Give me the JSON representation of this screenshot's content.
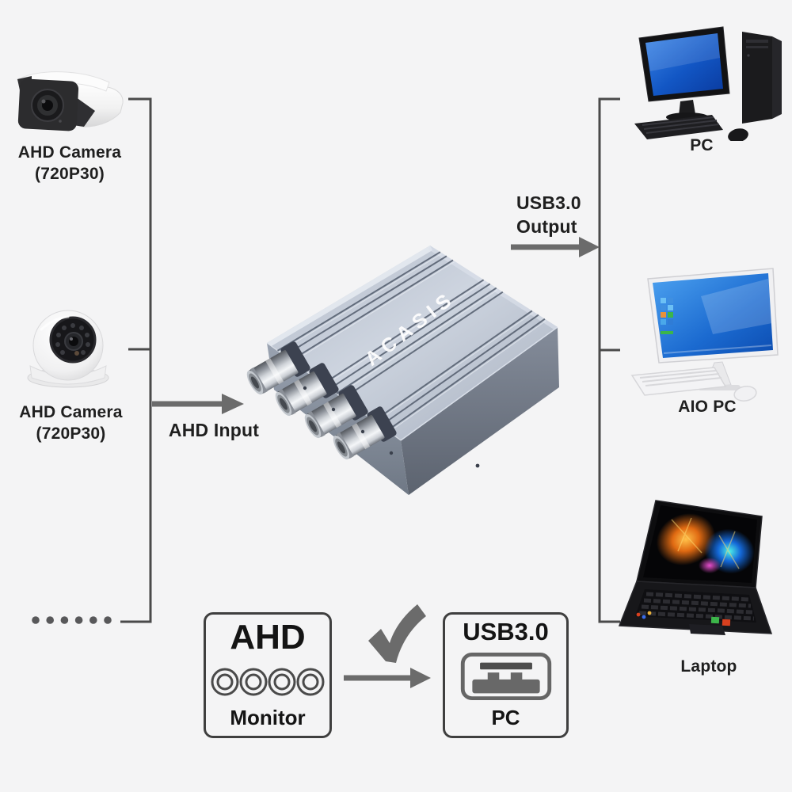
{
  "page": {
    "background": "#f4f4f5"
  },
  "colors": {
    "connector_line": "#4a4a4a",
    "arrow": "#6b6b6b",
    "text": "#1f1f1f",
    "box_border": "#3f3f3f",
    "device_body": "#b6bfcd",
    "brand_text": "#ffffff",
    "pc_screen_blue": "#1565d8",
    "aio_screen_blue": "#2f8fe8"
  },
  "left_column": {
    "camera1": {
      "name": "AHD Camera",
      "spec": "(720P30)"
    },
    "camera2": {
      "name": "AHD Camera",
      "spec": "(720P30)"
    }
  },
  "center": {
    "brand": "ACASIS",
    "input_label": "AHD Input",
    "output_label_line1": "USB3.0",
    "output_label_line2": "Output"
  },
  "right_column": {
    "pc_label": "PC",
    "aio_label": "AIO PC",
    "laptop_label": "Laptop"
  },
  "bottom": {
    "monitor_box": {
      "title": "AHD",
      "caption": "Monitor"
    },
    "pc_box": {
      "title": "USB3.0",
      "caption": "PC"
    }
  }
}
